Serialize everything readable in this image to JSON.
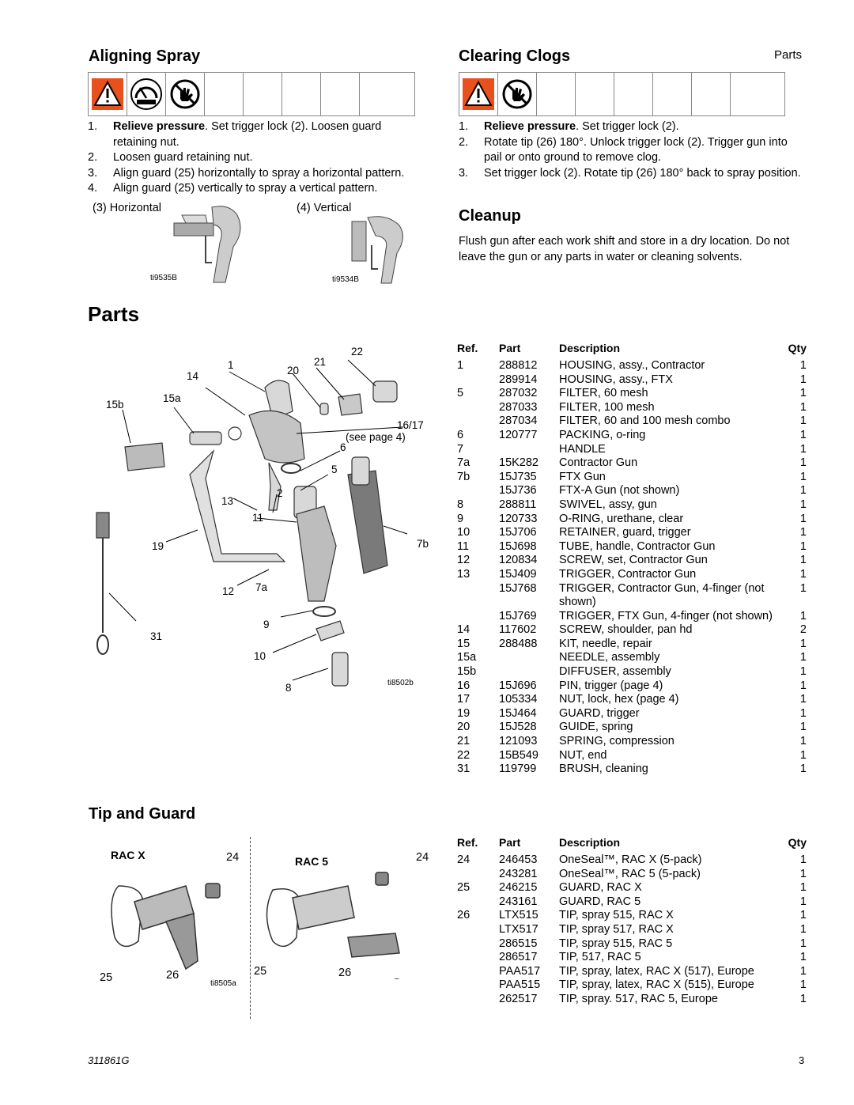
{
  "header": {
    "parts_label": "Parts"
  },
  "aligning": {
    "title": "Aligning Spray",
    "steps": [
      {
        "num": "1.",
        "bold": "Relieve pressure",
        "text": ". Set trigger lock (2). Loosen guard retaining nut."
      },
      {
        "num": "2.",
        "bold": "",
        "text": "Loosen guard retaining nut."
      },
      {
        "num": "3.",
        "bold": "",
        "text": "Align guard (25) horizontally to spray a horizontal pattern."
      },
      {
        "num": "4.",
        "bold": "",
        "text": "Align guard (25) vertically to spray a vertical pattern."
      }
    ],
    "fig_horizontal_label": "(3) Horizontal",
    "fig_vertical_label": "(4) Vertical",
    "fig_horizontal_id": "ti9535B",
    "fig_vertical_id": "ti9534B"
  },
  "clearing": {
    "title": "Clearing Clogs",
    "steps": [
      {
        "num": "1.",
        "bold": "Relieve pressure",
        "text": ". Set trigger lock (2)."
      },
      {
        "num": "2.",
        "bold": "",
        "text": "Rotate tip (26) 180°. Unlock trigger lock (2). Trigger gun into pail or onto ground to remove clog."
      },
      {
        "num": "3.",
        "bold": "",
        "text": "Set trigger lock (2). Rotate tip (26) 180° back to spray position."
      }
    ]
  },
  "cleanup": {
    "title": "Cleanup",
    "text": "Flush gun after each work shift and store in a dry location. Do not leave the gun or any parts in water or cleaning solvents."
  },
  "parts": {
    "title": "Parts",
    "figure_id": "ti8502b",
    "callouts": {
      "c22": "22",
      "c21": "21",
      "c1": "1",
      "c20": "20",
      "c14": "14",
      "c15a": "15a",
      "c15b": "15b",
      "c1617": "16/17",
      "c_see": "(see page 4)",
      "c6": "6",
      "c5": "5",
      "c2": "2",
      "c13": "13",
      "c11": "11",
      "c19": "19",
      "c7b": "7b",
      "c12": "12",
      "c7a": "7a",
      "c9": "9",
      "c31": "31",
      "c10": "10",
      "c8": "8"
    },
    "columns": [
      "Ref.",
      "Part",
      "Description",
      "Qty"
    ],
    "rows": [
      [
        "1",
        "288812",
        "HOUSING, assy., Contractor",
        "1"
      ],
      [
        "",
        "289914",
        "HOUSING, assy., FTX",
        "1"
      ],
      [
        "5",
        "287032",
        "FILTER, 60 mesh",
        "1"
      ],
      [
        "",
        "287033",
        "FILTER, 100 mesh",
        "1"
      ],
      [
        "",
        "287034",
        "FILTER, 60 and 100 mesh combo",
        "1"
      ],
      [
        "6",
        "120777",
        "PACKING, o-ring",
        "1"
      ],
      [
        "7",
        "",
        "HANDLE",
        "1"
      ],
      [
        "7a",
        "15K282",
        "Contractor Gun",
        "1"
      ],
      [
        "7b",
        "15J735",
        "FTX Gun",
        "1"
      ],
      [
        "",
        "15J736",
        "FTX-A Gun (not shown)",
        "1"
      ],
      [
        "8",
        "288811",
        "SWIVEL, assy, gun",
        "1"
      ],
      [
        "9",
        "120733",
        "O-RING, urethane, clear",
        "1"
      ],
      [
        "10",
        "15J706",
        "RETAINER, guard, trigger",
        "1"
      ],
      [
        "11",
        "15J698",
        "TUBE, handle, Contractor Gun",
        "1"
      ],
      [
        "12",
        "120834",
        "SCREW, set, Contractor Gun",
        "1"
      ],
      [
        "13",
        "15J409",
        "TRIGGER, Contractor Gun",
        "1"
      ],
      [
        "",
        "15J768",
        "TRIGGER, Contractor Gun, 4-finger (not shown)",
        "1"
      ],
      [
        "",
        "15J769",
        "TRIGGER, FTX Gun, 4-finger (not shown)",
        "1"
      ],
      [
        "14",
        "117602",
        "SCREW, shoulder, pan hd",
        "2"
      ],
      [
        "15",
        "288488",
        "KIT, needle, repair",
        "1"
      ],
      [
        "15a",
        "",
        "NEEDLE, assembly",
        "1"
      ],
      [
        "15b",
        "",
        "DIFFUSER, assembly",
        "1"
      ],
      [
        "16",
        "15J696",
        "PIN, trigger (page 4)",
        "1"
      ],
      [
        "17",
        "105334",
        "NUT, lock, hex (page 4)",
        "1"
      ],
      [
        "19",
        "15J464",
        "GUARD, trigger",
        "1"
      ],
      [
        "20",
        "15J528",
        "GUIDE, spring",
        "1"
      ],
      [
        "21",
        "121093",
        "SPRING, compression",
        "1"
      ],
      [
        "22",
        "15B549",
        "NUT, end",
        "1"
      ],
      [
        "31",
        "119799",
        "BRUSH, cleaning",
        "1"
      ]
    ]
  },
  "tipguard": {
    "title": "Tip and Guard",
    "rac_x_label": "RAC X",
    "rac_5_label": "RAC 5",
    "callouts": {
      "x24": "24",
      "x25": "25",
      "x26": "26",
      "f24": "24",
      "f25": "25",
      "f26": "26",
      "dash": "–"
    },
    "figure_id": "ti8505a",
    "columns": [
      "Ref.",
      "Part",
      "Description",
      "Qty"
    ],
    "rows": [
      [
        "24",
        "246453",
        "OneSeal™, RAC X (5-pack)",
        "1"
      ],
      [
        "",
        "243281",
        "OneSeal™, RAC 5 (5-pack)",
        "1"
      ],
      [
        "25",
        "246215",
        "GUARD, RAC X",
        "1"
      ],
      [
        "",
        "243161",
        "GUARD, RAC 5",
        "1"
      ],
      [
        "26",
        "LTX515",
        "TIP, spray 515, RAC X",
        "1"
      ],
      [
        "",
        "LTX517",
        "TIP, spray 517, RAC X",
        "1"
      ],
      [
        "",
        "286515",
        "TIP, spray 515, RAC 5",
        "1"
      ],
      [
        "",
        "286517",
        "TIP, 517, RAC 5",
        "1"
      ],
      [
        "",
        "PAA517",
        "TIP, spray, latex, RAC X (517), Europe",
        "1"
      ],
      [
        "",
        "PAA515",
        "TIP, spray, latex, RAC X (515), Europe",
        "1"
      ],
      [
        "",
        "262517",
        "TIP, spray. 517, RAC 5, Europe",
        "1"
      ]
    ]
  },
  "footer": {
    "doc": "311861G",
    "page": "3"
  }
}
